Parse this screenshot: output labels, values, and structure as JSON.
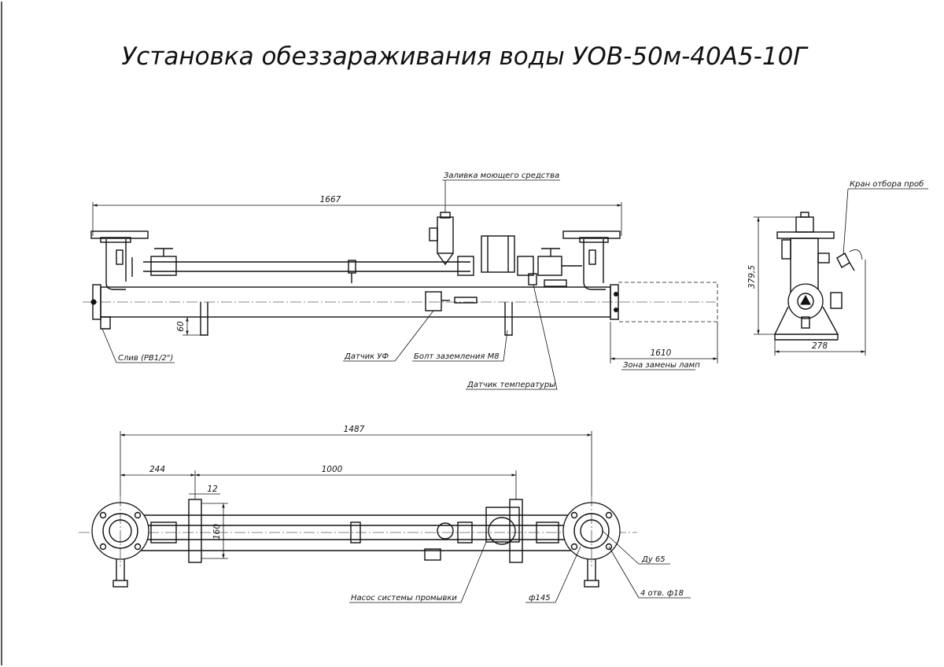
{
  "drawing": {
    "title": "Установка обеззараживания воды УОВ-50м-40А5-10Г"
  },
  "front_view": {
    "dims": {
      "overall_length": "1667",
      "drain_height": "60",
      "lamp_zone": "1610"
    },
    "labels": {
      "detergent_fill": "Заливка моющего средства",
      "drain": "Слив (РВ1/2\")",
      "uv_sensor": "Датчик УФ",
      "ground_bolt": "Болт заземления М8",
      "temp_sensor": "Датчик температуры",
      "lamp_zone": "Зона замены ламп"
    }
  },
  "side_view": {
    "dims": {
      "height": "379,5",
      "width": "278"
    },
    "labels": {
      "sample_valve": "Кран отбора проб"
    }
  },
  "top_view": {
    "dims": {
      "overall_length": "1487",
      "offset": "244",
      "spacing": "1000",
      "bracket": "12",
      "bracket_width": "160"
    },
    "labels": {
      "flush_pump": "Насос системы промывки",
      "dn": "Ду 65",
      "flange_dia": "ф145",
      "holes": "4 отв. ф18"
    }
  }
}
